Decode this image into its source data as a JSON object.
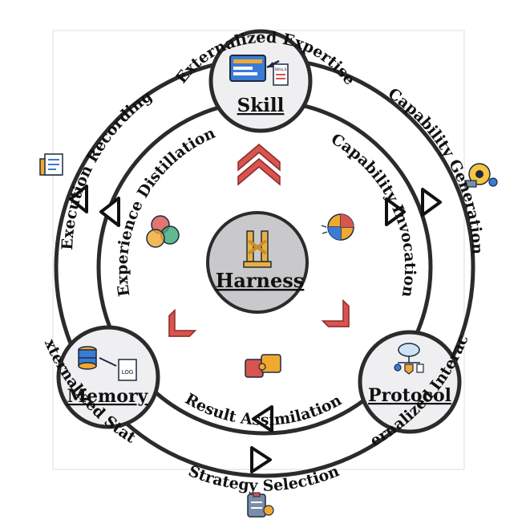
{
  "nodes": {
    "center": "Harness",
    "top": "Skill",
    "left": "Memory",
    "right": "Protocol"
  },
  "outer_ring": {
    "execution_recording": "Execution Recording",
    "capability_generation": "Capability Generation",
    "strategy_selection": "Strategy Selection"
  },
  "inner_ring": {
    "experience_distillation": "Experience Distillation",
    "capability_invocation": "Capability Invocation",
    "result_assimilation": "Result Assimilation"
  },
  "externalized": {
    "expertise": "Externalized Expertise",
    "state": "Externalized State",
    "interaction": "Externalized Interaction"
  },
  "icon_text": {
    "skills_card": "SKILLS",
    "log_file": "LOG"
  },
  "colors": {
    "ring": "#2b2b2b",
    "node_fill": "#efeff2",
    "center_fill": "#c9c9cc",
    "chevron": "#d9534f"
  }
}
